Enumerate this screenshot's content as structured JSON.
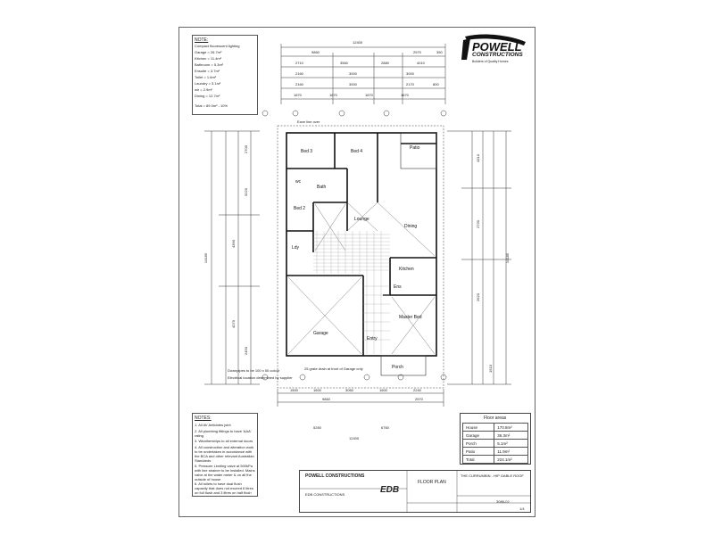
{
  "notes_top": {
    "heading": "NOTE:",
    "lines": [
      "Compact fluorescent lighting",
      "Garage = 26.7m²",
      "Kitchen = 11.4m²",
      "Bathroom = 5.3m²",
      "Ensuite = 3.7m²",
      "Toilet = 1.6m²",
      "Laundry = 3.1m²",
      "wir = 2.9m²",
      "Dining = 12.7m²",
      "Total = 89.0m² - 10%"
    ]
  },
  "dims_top": [
    "12400",
    "9860",
    "2570",
    "350",
    "2710",
    "3560",
    "2880",
    "4010",
    "2160",
    "3000",
    "3000",
    "2160",
    "3000",
    "2170",
    "800",
    "1670",
    "1670",
    "1670",
    "1670"
  ],
  "dims_bottom": [
    "12400",
    "1500",
    "1600",
    "3060",
    "1600",
    "2240",
    "9860",
    "2570",
    "5250",
    "6760"
  ],
  "dims_left": [
    "2700",
    "3220",
    "4390",
    "4270",
    "2450",
    "14185"
  ],
  "dims_right": [
    "4310",
    "2730",
    "2620",
    "1510",
    "14185"
  ],
  "labels_plan": {
    "eave_line": "Eave line over",
    "downpipe_note": "Downpipes to be 100 x 50 colour",
    "grating_note": "25 grate drain at front of Garage only",
    "grating_sub": "Electrical location determined by supplier"
  },
  "rooms": {
    "bed3": "Bed 3",
    "bed4": "Bed 4",
    "patio": "Patio",
    "lounge": "Lounge",
    "dining": "Dining",
    "bed2": "Bed 2",
    "kitchen": "Kitchen",
    "garage": "Garage",
    "entry": "Entry",
    "master_bed": "Master Bed",
    "porch": "Porch",
    "ldy": "Ldy",
    "wc": "wc",
    "ens": "Ens",
    "bath": "Bath"
  },
  "notes_bottom": {
    "heading": "NOTES:",
    "lines": [
      "1. All AV Antidotes joint",
      "2. All plumbing fittings to have 'AAA' rating",
      "3. Weatherstrips to all external doors",
      "4. All construction and alteration work to be undertaken in accordance with the BCA and other relevant Australian Standards",
      "5. Pressure Limiting valve at 500kPa with line strainer to be installed. Mains valve at the water meter & on all the outside of house",
      "6. All toilets to have dual flush capacity that does not exceed 6 litres on full flush and 3 litres on half flush"
    ]
  },
  "floor_areas": {
    "title": "Floor areas",
    "rows": [
      {
        "name": "House",
        "value": "170.8m²"
      },
      {
        "name": "Garage",
        "value": "36.3m²"
      },
      {
        "name": "Porch",
        "value": "5.1m²"
      },
      {
        "name": "Patio",
        "value": "11.9m²"
      },
      {
        "name": "Total",
        "value": "224.1m²"
      }
    ]
  },
  "titleblock": {
    "company": "POWELL CONSTRUCTIONS",
    "client_company": "EDB CONSTRUCTIONS",
    "logo_mark": "EDB",
    "drawing_title": "FLOOR PLAN",
    "project": "THE CURRUMBIN - HIP GABLE ROOF",
    "job_no": "3088-02",
    "sheet": "1/4"
  },
  "logo": {
    "line1": "POWELL",
    "line2": "CONSTRUCTIONS",
    "tagline": "Builders of Quality Homes"
  }
}
